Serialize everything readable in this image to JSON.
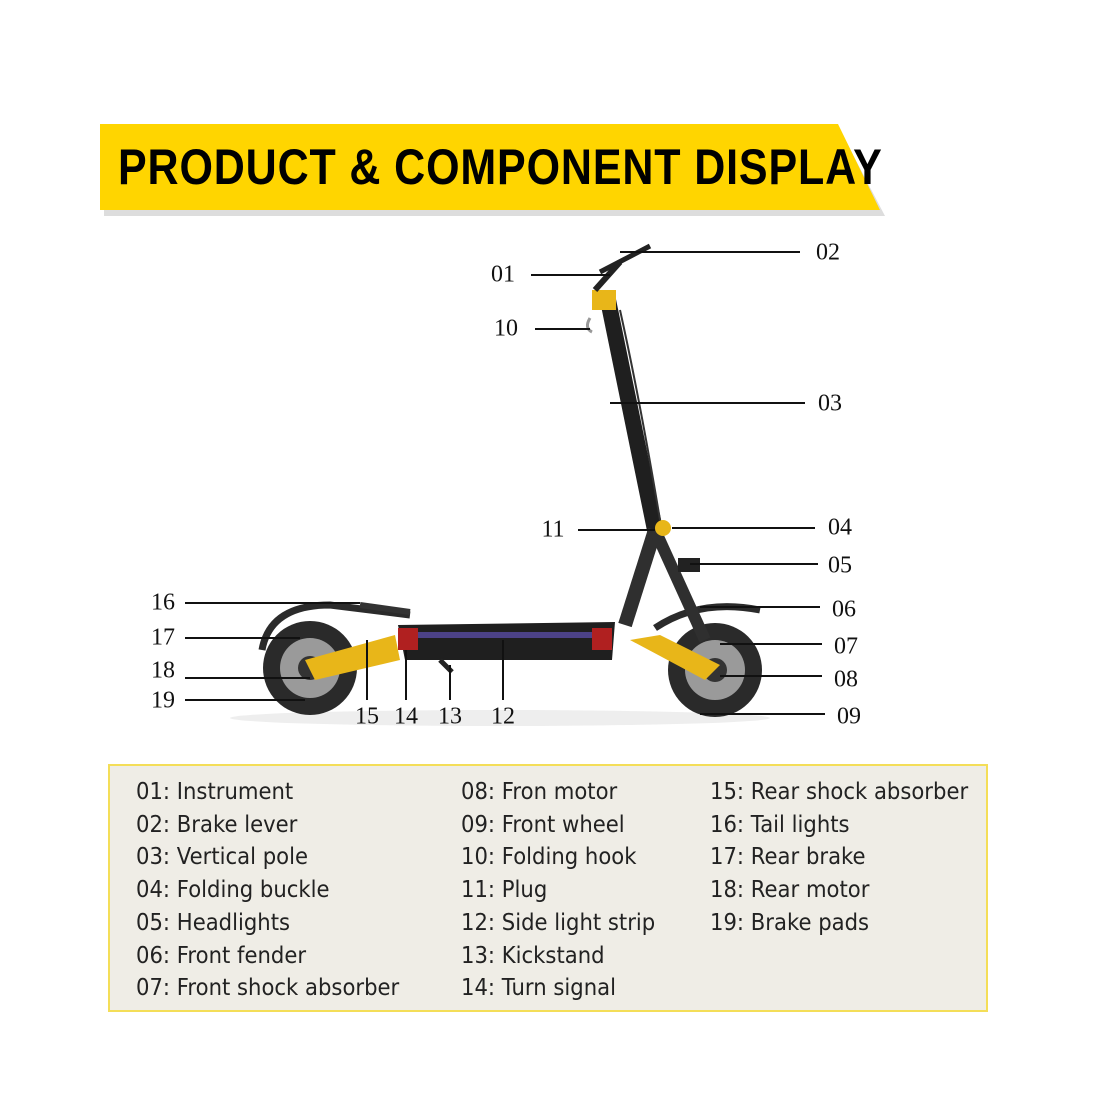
{
  "title": "PRODUCT & COMPONENT DISPLAY",
  "colors": {
    "banner": "#ffd500",
    "legend_bg": "#efede6",
    "legend_border": "#f4de58",
    "accent_yellow": "#e8b619"
  },
  "callouts": [
    "01",
    "02",
    "03",
    "04",
    "05",
    "06",
    "07",
    "08",
    "09",
    "10",
    "11",
    "12",
    "13",
    "14",
    "15",
    "16",
    "17",
    "18",
    "19"
  ],
  "legend": {
    "columns": [
      [
        "01: Instrument",
        "02: Brake lever",
        "03: Vertical pole",
        "04: Folding buckle",
        "05: Headlights",
        "06: Front fender",
        "07: Front shock absorber"
      ],
      [
        "08: Fron motor",
        "09: Front wheel",
        "10: Folding hook",
        "11: Plug",
        "12: Side light strip",
        "13: Kickstand",
        "14: Turn signal"
      ],
      [
        "15: Rear shock absorber",
        "16: Tail lights",
        "17: Rear brake",
        "18: Rear motor",
        "19: Brake pads"
      ]
    ]
  }
}
